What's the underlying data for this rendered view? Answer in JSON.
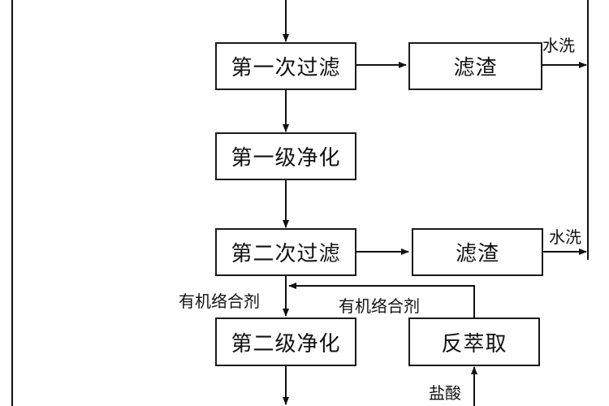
{
  "diagram": {
    "nodes": {
      "filter1": "第一次过滤",
      "residue1": "滤渣",
      "purify1": "第一级净化",
      "filter2": "第二次过滤",
      "residue2": "滤渣",
      "purify2": "第二级净化",
      "back_extraction": "反萃取"
    },
    "edge_labels": {
      "wash_top": "水洗",
      "wash_middle": "水洗",
      "agent_left": "有机络合剂",
      "agent_return": "有机络合剂",
      "acid": "盐酸"
    }
  }
}
